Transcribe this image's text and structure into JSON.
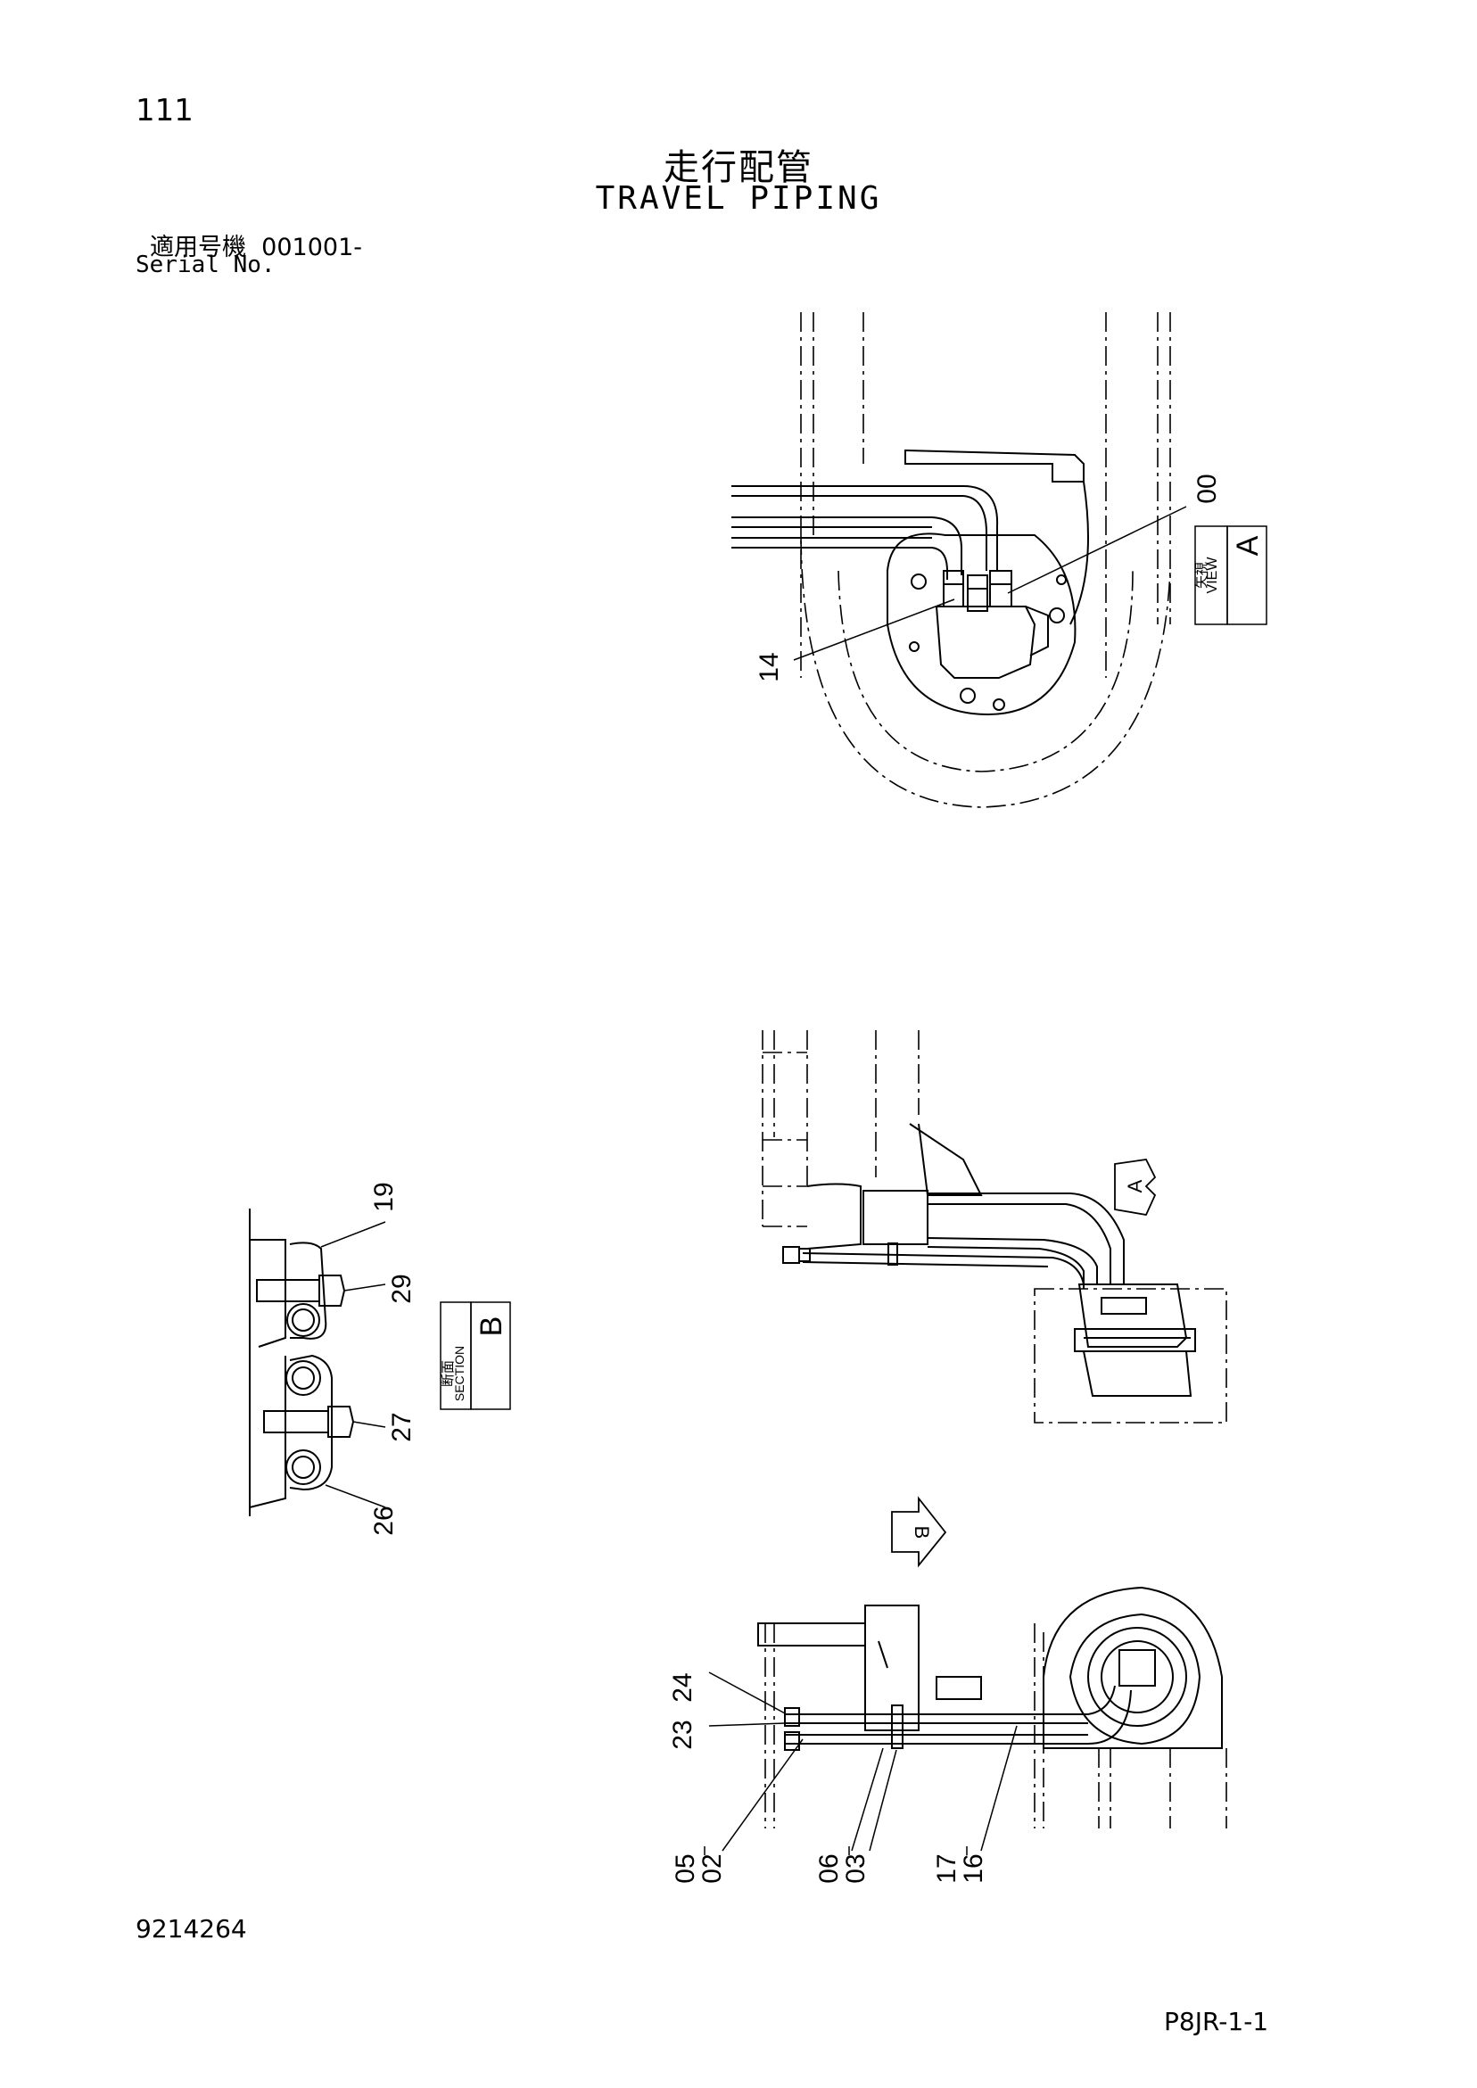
{
  "page_number": "111",
  "title_jp": "走行配管",
  "title_en": "TRAVEL PIPING",
  "serial_label_jp": "適用号機",
  "serial_value": "001001-",
  "serial_label_en": "Serial No.",
  "document_number": "9214264",
  "footer_code": "P8JR-1-1",
  "view_a": {
    "label_jp": "矢視",
    "label_en": "VIEW",
    "letter": "A",
    "callouts": [
      "00",
      "14"
    ]
  },
  "section_b": {
    "label_jp": "断面",
    "label_en": "SECTION",
    "letter": "B",
    "callouts": [
      "19",
      "29",
      "27",
      "26"
    ]
  },
  "side_view": {
    "arrow_a": "A",
    "arrow_b": "B"
  },
  "bottom_view": {
    "callouts_left": [
      "24",
      "23"
    ],
    "callouts_bottom": [
      "05",
      "02",
      "06",
      "03",
      "17",
      "16"
    ]
  },
  "colors": {
    "ink": "#000000",
    "paper": "#ffffff"
  }
}
